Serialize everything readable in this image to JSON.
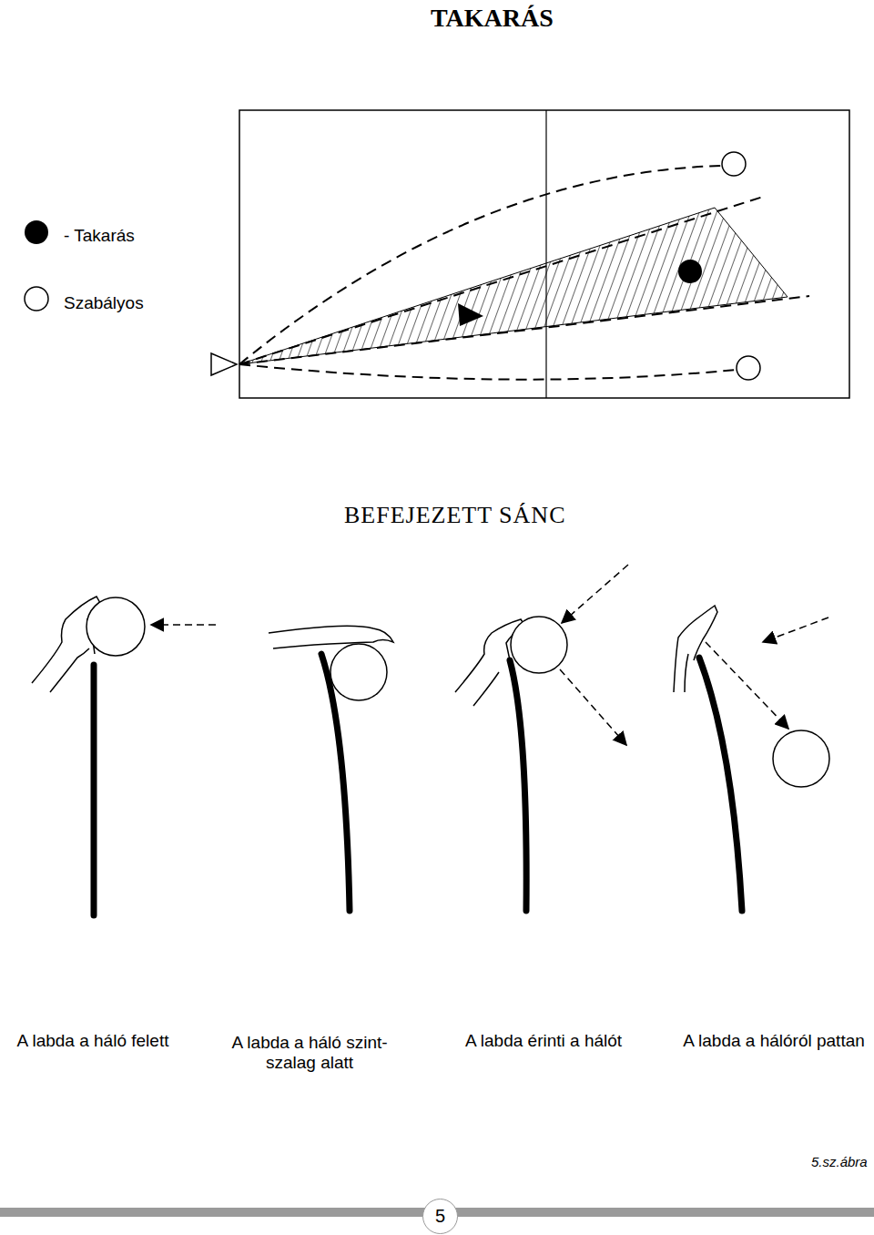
{
  "diagram": {
    "title": "TAKARÁS",
    "caption": "5.sz.ábra",
    "nodes": [
      {
        "text": [
          "5"
        ]
      }
    ],
    "labels": [
      "BEFEJEZETT SÁNC",
      "A labda a háló felett",
      "A labda a háló szint- szalag alatt",
      "A labda érinti a hálót",
      "A labda a hálóról pattan"
    ],
    "legend": [
      {
        "text": "- Takarás"
      },
      {
        "text": "Szabályos"
      }
    ]
  }
}
